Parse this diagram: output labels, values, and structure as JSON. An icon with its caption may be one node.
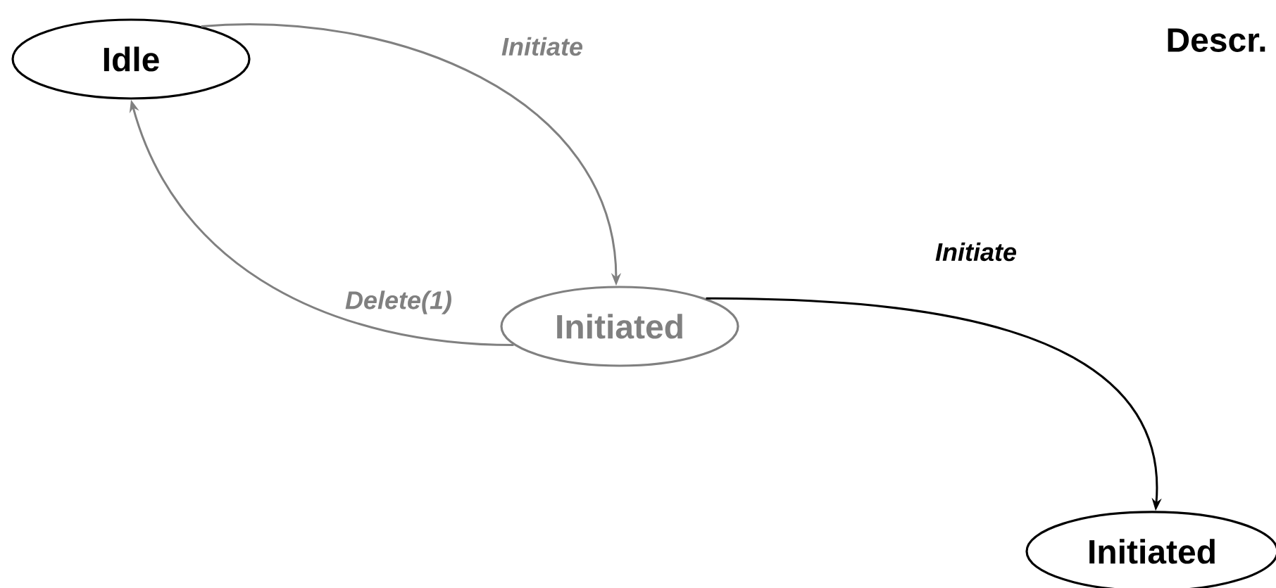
{
  "diagram": {
    "nodes": [
      {
        "text": [
          "Idle"
        ]
      },
      {
        "text": [
          "Initiated"
        ]
      },
      {
        "text": [
          "Initiated"
        ]
      }
    ],
    "edges": [
      {
        "from": 0,
        "to": 1,
        "arrow": "to",
        "label": "Initiate",
        "color": "#808080"
      },
      {
        "from": 1,
        "to": 0,
        "arrow": "to",
        "label": "Delete(1)",
        "color": "#808080"
      },
      {
        "from": 1,
        "to": 2,
        "arrow": "to",
        "label": "Initiate",
        "color": "#000000"
      }
    ],
    "labels": [
      "Descr."
    ]
  }
}
